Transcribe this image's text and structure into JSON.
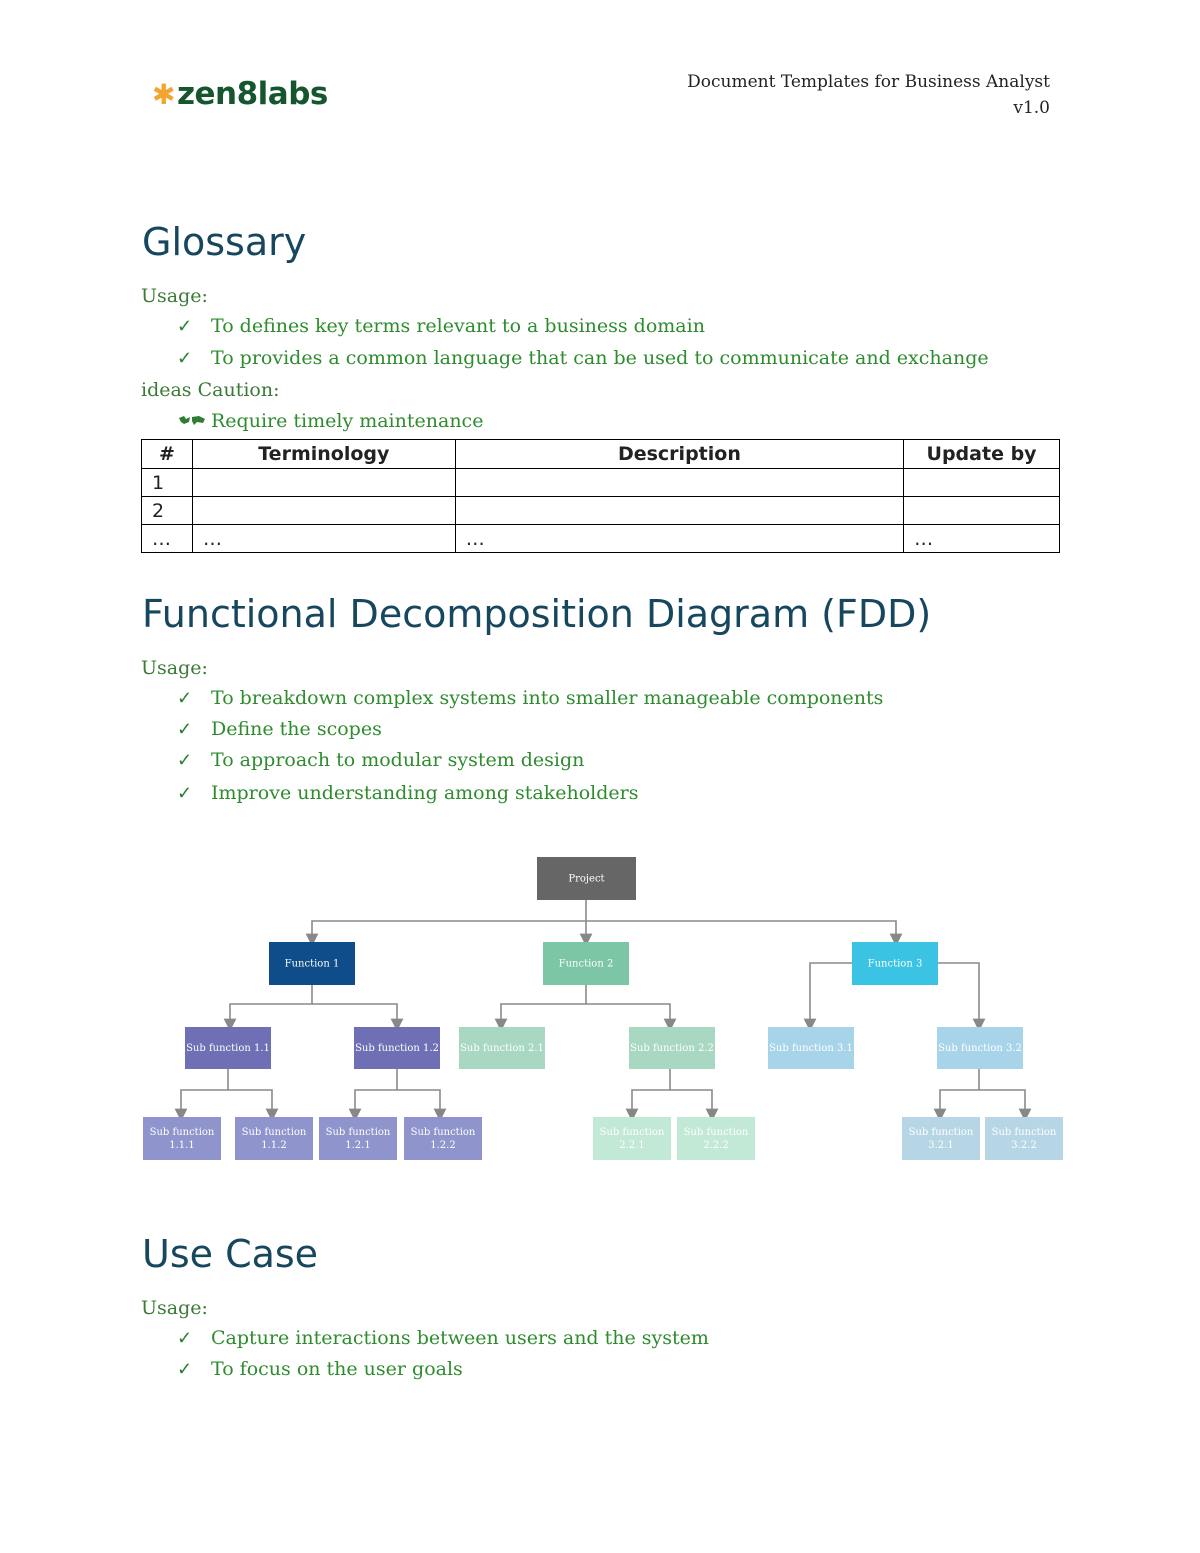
{
  "header": {
    "logo_text": "zen8labs",
    "doc_title": "Document Templates for Business Analyst",
    "version": "v1.0"
  },
  "glossary": {
    "title": "Glossary",
    "usage_label": "Usage:",
    "bullets": [
      "To defines key terms relevant to a business domain",
      "To provides a common language that can be used to communicate and exchange"
    ],
    "continuation": "ideas Caution:",
    "caution_item": "Require timely maintenance",
    "table": {
      "headers": [
        "#",
        "Terminology",
        "Description",
        "Update by"
      ],
      "rows": [
        [
          "1",
          "",
          "",
          ""
        ],
        [
          "2",
          "",
          "",
          ""
        ],
        [
          "…",
          "…",
          "…",
          "…"
        ]
      ]
    }
  },
  "fdd": {
    "title": "Functional Decomposition Diagram (FDD)",
    "usage_label": "Usage:",
    "bullets": [
      "To breakdown complex systems into smaller manageable components",
      "Define the scopes",
      "To approach to modular system design",
      "Improve understanding among stakeholders"
    ],
    "diagram": {
      "root": "Project",
      "functions": [
        "Function 1",
        "Function 2",
        "Function 3"
      ],
      "subfunctions": [
        "Sub function 1.1",
        "Sub function 1.2",
        "Sub function 2.1",
        "Sub function 2.2",
        "Sub function 3.1",
        "Sub function 3.2"
      ],
      "leaves": [
        [
          "Sub function",
          "1.1.1"
        ],
        [
          "Sub function",
          "1.1.2"
        ],
        [
          "Sub function",
          "1.2.1"
        ],
        [
          "Sub function",
          "1.2.2"
        ],
        [
          "Sub function",
          "2.2.1"
        ],
        [
          "Sub function",
          "2.2.2"
        ],
        [
          "Sub function",
          "3.2.1"
        ],
        [
          "Sub function",
          "3.2.2"
        ]
      ],
      "colors": {
        "root": "#666666",
        "branch1": [
          "#0f4c8a",
          "#6e6fb4",
          "#8f95cc"
        ],
        "branch2": [
          "#7cc6a5",
          "#a8d8c2",
          "#c2e8d6"
        ],
        "branch3": [
          "#3bc3e3",
          "#a8d4ea",
          "#b6d6e6"
        ]
      }
    }
  },
  "use_case": {
    "title": "Use Case",
    "usage_label": "Usage:",
    "bullets": [
      "Capture interactions between users and the system",
      "To focus on the user goals"
    ]
  }
}
